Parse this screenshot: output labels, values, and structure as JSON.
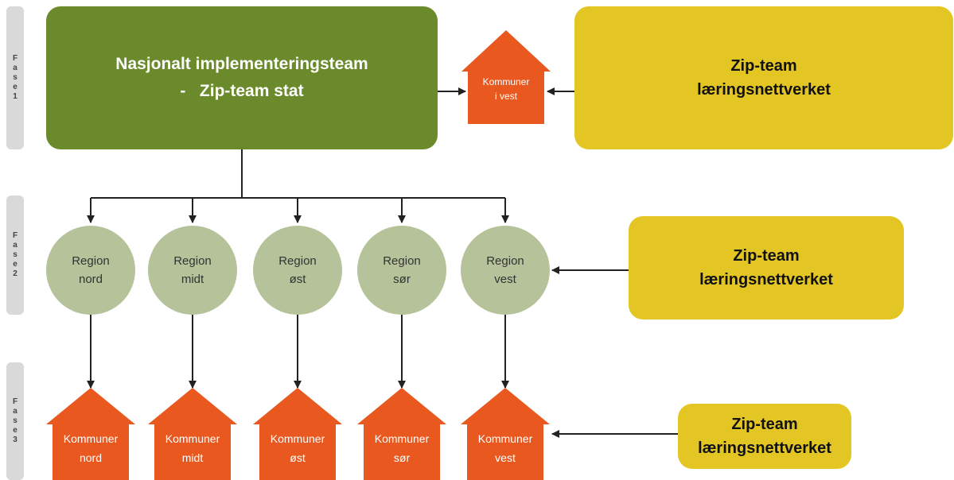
{
  "phases": [
    {
      "label": "Fase 1"
    },
    {
      "label": "Fase 2"
    },
    {
      "label": "Fase 3"
    }
  ],
  "national_team": {
    "line1": "Nasjonalt implementeringsteam",
    "line2": "-   Zip-team stat"
  },
  "zip_team": {
    "line1": "Zip-team",
    "line2": "læringsnettverket"
  },
  "pilot_house": {
    "line1": "Kommuner",
    "line2": "i vest"
  },
  "regions": [
    {
      "line1": "Region",
      "line2": "nord"
    },
    {
      "line1": "Region",
      "line2": "midt"
    },
    {
      "line1": "Region",
      "line2": "øst"
    },
    {
      "line1": "Region",
      "line2": "sør"
    },
    {
      "line1": "Region",
      "line2": "vest"
    }
  ],
  "municipalities": [
    {
      "line1": "Kommuner",
      "line2": "nord"
    },
    {
      "line1": "Kommuner",
      "line2": "midt"
    },
    {
      "line1": "Kommuner",
      "line2": "øst"
    },
    {
      "line1": "Kommuner",
      "line2": "sør"
    },
    {
      "line1": "Kommuner",
      "line2": "vest"
    }
  ],
  "colors": {
    "green": "#6b8a2c",
    "yellow": "#e3c524",
    "orange": "#e8581f",
    "sage": "#b5c29a",
    "phase_bar": "#d9d9d9"
  }
}
